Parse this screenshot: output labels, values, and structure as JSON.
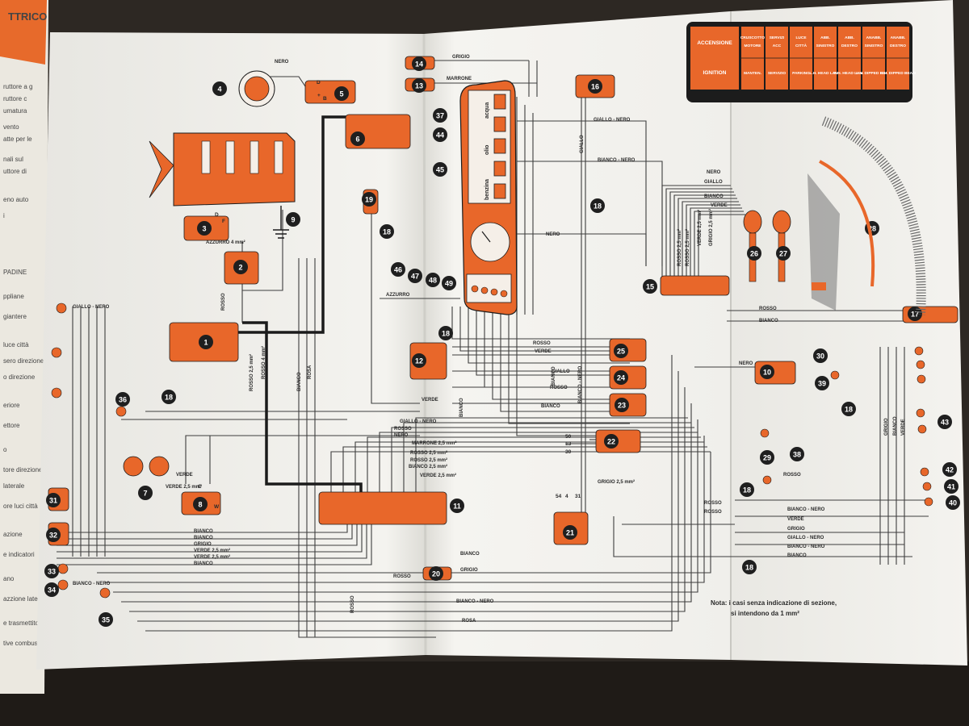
{
  "book_left_header": "TTRICO",
  "book_left_lines": [
    "ruttore a g",
    "ruttore c",
    "umatura",
    "vento",
    "atte per le",
    "nali sul",
    "uttore di",
    "eno auto",
    "i",
    "PADINE",
    "ppliane",
    "giantere",
    "luce città",
    "sero direzione",
    "o direzione",
    "eriore",
    "ettore",
    "o",
    "tore direzione",
    "laterale",
    "ore luci città",
    "azione",
    "e indicatori",
    "ano",
    "azzione laterale",
    "e trasmettitore",
    "tive combustibile"
  ],
  "legend": {
    "header": [
      "ACCENSIONE",
      "IGNITION"
    ],
    "cells": [
      [
        "CRUSCOTTO",
        "MOTORE",
        "MANTEN."
      ],
      [
        "SERVIZI",
        "ACC",
        "SERVIZIO"
      ],
      [
        "LUCE",
        "CITTÀ",
        "PARKING"
      ],
      [
        "ABB.",
        "SINISTRO",
        "L.H. HEAD LAMP"
      ],
      [
        "ABB.",
        "DESTRO",
        "R.H. HEAD LAMP"
      ],
      [
        "ANABB.",
        "SINISTRO",
        "L.H. DIPPED BEAM"
      ],
      [
        "ANABB.",
        "DESTRO",
        "R.H. DIPPED BEAM"
      ]
    ]
  },
  "components": [
    {
      "n": "1"
    },
    {
      "n": "2"
    },
    {
      "n": "3"
    },
    {
      "n": "4"
    },
    {
      "n": "5"
    },
    {
      "n": "6"
    },
    {
      "n": "7"
    },
    {
      "n": "8"
    },
    {
      "n": "9"
    },
    {
      "n": "10"
    },
    {
      "n": "11"
    },
    {
      "n": "12"
    },
    {
      "n": "13"
    },
    {
      "n": "14"
    },
    {
      "n": "15"
    },
    {
      "n": "16"
    },
    {
      "n": "17"
    },
    {
      "n": "18"
    },
    {
      "n": "19"
    },
    {
      "n": "20"
    },
    {
      "n": "21"
    },
    {
      "n": "22"
    },
    {
      "n": "23"
    },
    {
      "n": "24"
    },
    {
      "n": "25"
    },
    {
      "n": "26"
    },
    {
      "n": "27"
    },
    {
      "n": "28"
    },
    {
      "n": "29"
    },
    {
      "n": "30"
    },
    {
      "n": "31"
    },
    {
      "n": "32"
    },
    {
      "n": "33"
    },
    {
      "n": "34"
    },
    {
      "n": "35"
    },
    {
      "n": "36"
    },
    {
      "n": "37"
    },
    {
      "n": "38"
    },
    {
      "n": "39"
    },
    {
      "n": "40"
    },
    {
      "n": "41"
    },
    {
      "n": "42"
    },
    {
      "n": "43"
    },
    {
      "n": "44"
    },
    {
      "n": "45"
    },
    {
      "n": "46"
    },
    {
      "n": "47"
    },
    {
      "n": "48"
    },
    {
      "n": "49"
    }
  ],
  "wire_labels": {
    "nero": "NERO",
    "grigio": "GRIGIO",
    "marrone": "MARRONE",
    "azzurro": "AZZURRO",
    "azzurro4": "AZZURRO 4 mm²",
    "rosso": "ROSSO",
    "rosso25": "ROSSO 2,5 mm²",
    "rosso4": "ROSSO 4 mm²",
    "verde": "VERDE",
    "verde25": "VERDE 2,5 mm²",
    "giallo": "GIALLO",
    "giallonero": "GIALLO - NERO",
    "bianco": "BIANCO",
    "bianconero": "BIANCO - NERO",
    "bianco25": "BIANCO 2,5 mm²",
    "marrone25": "MARRONE 2,5 mm²",
    "grigio25": "GRIGIO 2,5 mm²",
    "rosa": "ROSA",
    "giallo_nero2": "GIALLO - NERO",
    "bianco_nero2": "BIANCO - NERO",
    "nero4": "4 mm²",
    "acqua": "acqua",
    "olio": "olio",
    "benzina": "benzina"
  },
  "terminal_labels": {
    "t50": "50",
    "t13": "13",
    "t30": "30",
    "t54": "54",
    "t4": "4",
    "t31": "31",
    "c": "C",
    "w": "W",
    "d": "D",
    "plus": "+",
    "b": "B",
    "dterm": "D",
    "f": "F"
  },
  "note": [
    "Nota:  i casi senza indicazione di sezione,",
    "si intendono da 1 mm²"
  ],
  "colors": {
    "orange": "#e8672a",
    "paper": "#f3f2ee",
    "wire": "#3b3b3b",
    "black": "#1e1e1e"
  }
}
